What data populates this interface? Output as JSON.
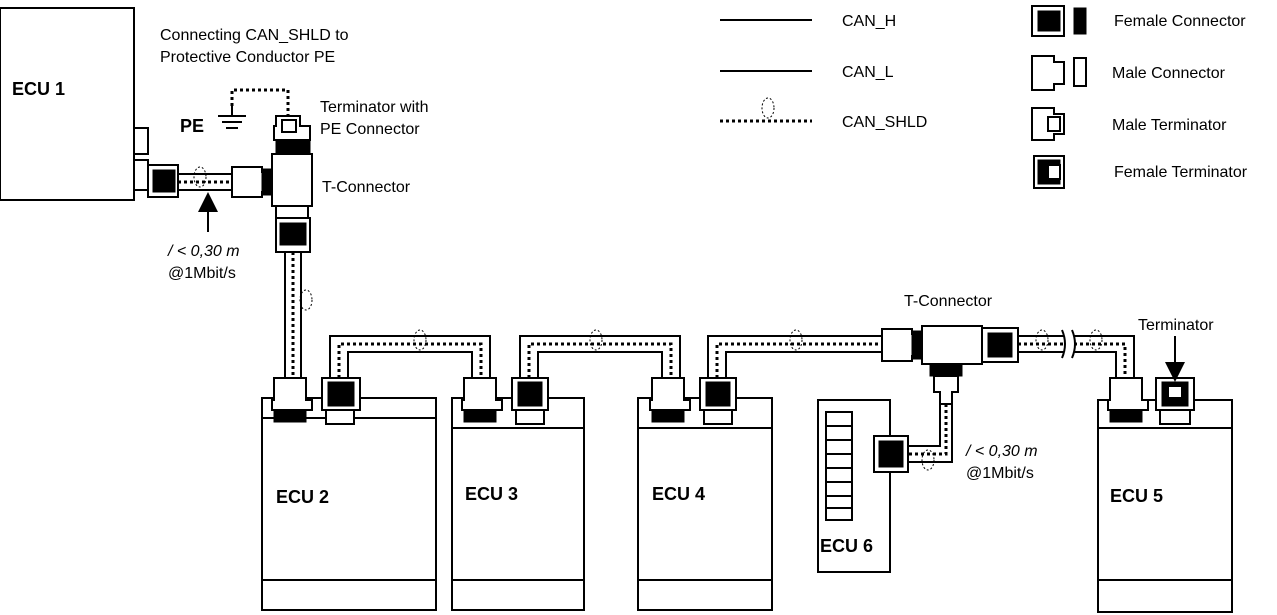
{
  "legend": {
    "can_h": "CAN_H",
    "can_l": "CAN_L",
    "can_shld": "CAN_SHLD",
    "female_connector": "Female Connector",
    "male_connector": "Male Connector",
    "male_terminator": "Male Terminator",
    "female_terminator": "Female Terminator"
  },
  "ecus": {
    "ecu1": "ECU 1",
    "ecu2": "ECU 2",
    "ecu3": "ECU 3",
    "ecu4": "ECU 4",
    "ecu5": "ECU 5",
    "ecu6": "ECU 6"
  },
  "annotations": {
    "pe_note_line1": "Connecting CAN_SHLD to",
    "pe_note_line2": "Protective  Conductor PE",
    "pe": "PE",
    "terminator_pe_line1": "Terminator with",
    "terminator_pe_line2": "PE Connector",
    "t_connector_1": "T-Connector",
    "t_connector_2": "T-Connector",
    "terminator": "Terminator",
    "stub1_len": "/ < 0,30 m",
    "stub1_rate": "@1Mbit/s",
    "stub2_len": "/ < 0,30 m",
    "stub2_rate": "@1Mbit/s"
  }
}
